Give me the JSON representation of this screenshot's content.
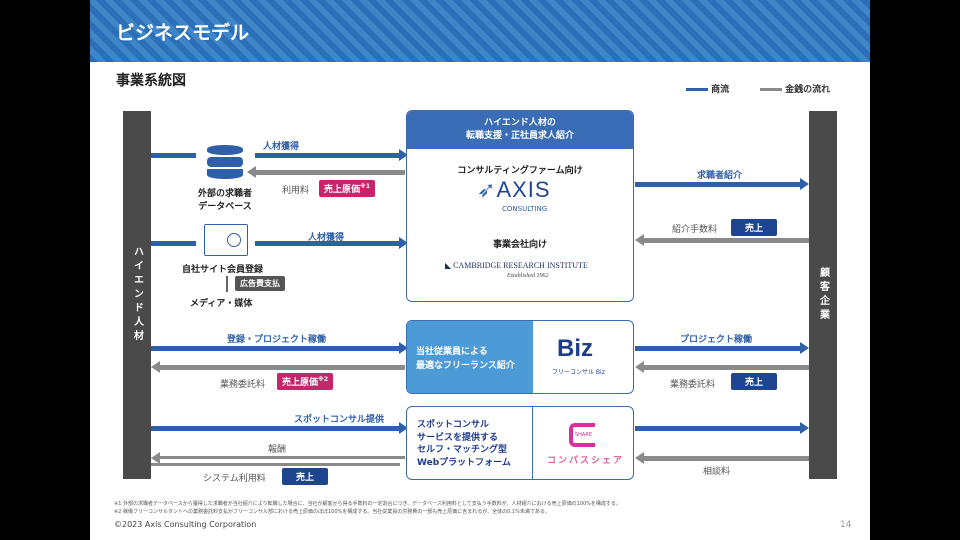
{
  "header": {
    "title": "ビジネスモデル",
    "subtitle": "事業系統図"
  },
  "legend": {
    "commerce": "商流",
    "money": "金銭の流れ"
  },
  "left_bar": "ハイエンド人材",
  "right_bar": "顧客企業",
  "sources": {
    "database": "外部の求職者\nデータベース",
    "own_site": "自社サイト会員登録",
    "media": "メディア・媒体",
    "ad_tag": "広告費支払"
  },
  "flows": {
    "acq1": "人材獲得",
    "fee1": "利用料",
    "cost1": "売上原価",
    "note1": "※1",
    "acq2": "人材獲得",
    "reg": "登録・プロジェクト稼働",
    "outsource": "業務委託料",
    "cost2": "売上原価",
    "note2": "※2",
    "spot": "スポットコンサル提供",
    "reward": "報酬",
    "system_fee": "システム利用料",
    "sales": "売上",
    "intro": "求職者紹介",
    "intro_fee": "紹介手数料",
    "project": "プロジェクト稼働",
    "outsource_r": "業務委託料",
    "consult_fee": "相談料"
  },
  "center": {
    "head": "ハイエンド人材の\n転職支援・正社員求人紹介",
    "consulting_label": "コンサルティングファーム向け",
    "axis": "AXIS",
    "axis_sub": "CONSULTING",
    "business_label": "事業会社向け",
    "cri": "CAMBRIDGE RESEARCH INSTITUTE",
    "cri_sub": "Established 1962",
    "biz_text": "当社従業員による\n最適なフリーランス紹介",
    "biz_logo": "Biz",
    "biz_sub": "フリーコンサル Biz",
    "spot_text": "スポットコンサル\nサービスを提供する\nセルフ・マッチング型\nWebプラットフォーム",
    "compass": "コンパスシェア",
    "compass_mark": "SHARE"
  },
  "footnotes": [
    "※1 外部の求職者データベースから獲得した求職者が当社紹介により転職した場合に、当社が顧客から得る手数料の一定割合につき、データベース利用料として支払う手数料が、人材紹介における売上原価の100%を構成する。",
    "※2 稼働フリーコンサルタントへの業務委託料支払がフリーコンサル部における売上原価のほぼ100%を構成する。当社従業員の労務費の一部も売上原価に含まれるが、全体の0.1%未満である。"
  ],
  "footer": {
    "copyright": "©2023 Axis Consulting Corporation",
    "page": "14"
  },
  "colors": {
    "blue": "#2f5fa8",
    "pink": "#c8246c",
    "navy": "#1e4690"
  }
}
